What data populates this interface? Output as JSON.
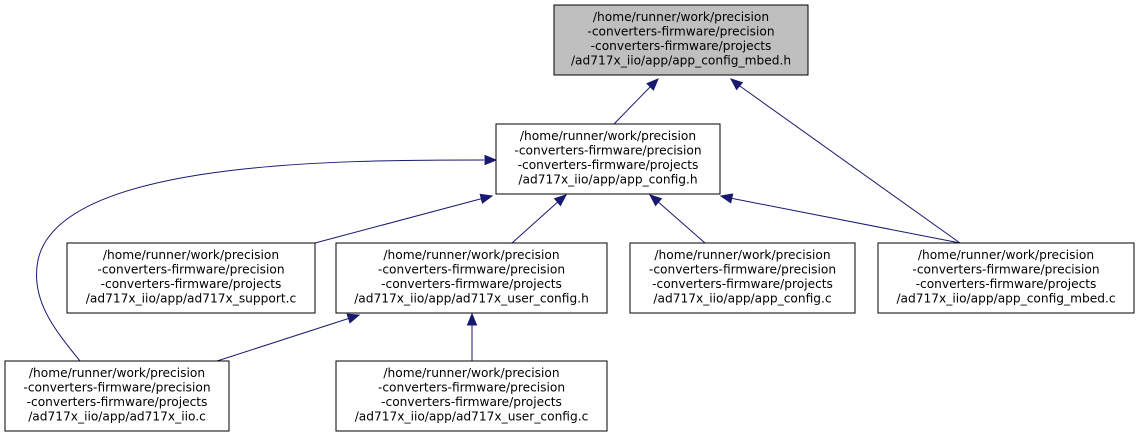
{
  "graph": {
    "nodes": [
      {
        "id": "app_config_mbed_h",
        "highlighted": true,
        "lines": [
          "/home/runner/work/precision",
          "-converters-firmware/precision",
          "-converters-firmware/projects",
          "/ad717x_iio/app/app_config_mbed.h"
        ]
      },
      {
        "id": "app_config_h",
        "highlighted": false,
        "lines": [
          "/home/runner/work/precision",
          "-converters-firmware/precision",
          "-converters-firmware/projects",
          "/ad717x_iio/app/app_config.h"
        ]
      },
      {
        "id": "ad717x_support_c",
        "highlighted": false,
        "lines": [
          "/home/runner/work/precision",
          "-converters-firmware/precision",
          "-converters-firmware/projects",
          "/ad717x_iio/app/ad717x_support.c"
        ]
      },
      {
        "id": "ad717x_user_config_h",
        "highlighted": false,
        "lines": [
          "/home/runner/work/precision",
          "-converters-firmware/precision",
          "-converters-firmware/projects",
          "/ad717x_iio/app/ad717x_user_config.h"
        ]
      },
      {
        "id": "app_config_c",
        "highlighted": false,
        "lines": [
          "/home/runner/work/precision",
          "-converters-firmware/precision",
          "-converters-firmware/projects",
          "/ad717x_iio/app/app_config.c"
        ]
      },
      {
        "id": "app_config_mbed_c",
        "highlighted": false,
        "lines": [
          "/home/runner/work/precision",
          "-converters-firmware/precision",
          "-converters-firmware/projects",
          "/ad717x_iio/app/app_config_mbed.c"
        ]
      },
      {
        "id": "ad717x_iio_c",
        "highlighted": false,
        "lines": [
          "/home/runner/work/precision",
          "-converters-firmware/precision",
          "-converters-firmware/projects",
          "/ad717x_iio/app/ad717x_iio.c"
        ]
      },
      {
        "id": "ad717x_user_config_c",
        "highlighted": false,
        "lines": [
          "/home/runner/work/precision",
          "-converters-firmware/precision",
          "-converters-firmware/projects",
          "/ad717x_iio/app/ad717x_user_config.c"
        ]
      }
    ],
    "edges": [
      {
        "from": "app_config_h",
        "to": "app_config_mbed_h"
      },
      {
        "from": "app_config_mbed_c",
        "to": "app_config_mbed_h"
      },
      {
        "from": "ad717x_support_c",
        "to": "app_config_h"
      },
      {
        "from": "ad717x_user_config_h",
        "to": "app_config_h"
      },
      {
        "from": "app_config_c",
        "to": "app_config_h"
      },
      {
        "from": "app_config_mbed_c",
        "to": "app_config_h"
      },
      {
        "from": "ad717x_iio_c",
        "to": "app_config_h"
      },
      {
        "from": "ad717x_iio_c",
        "to": "ad717x_user_config_h"
      },
      {
        "from": "ad717x_user_config_c",
        "to": "ad717x_user_config_h"
      }
    ],
    "colors": {
      "highlight_fill": "#bfbfbf",
      "node_fill": "#ffffff",
      "edge": "#191970"
    }
  }
}
